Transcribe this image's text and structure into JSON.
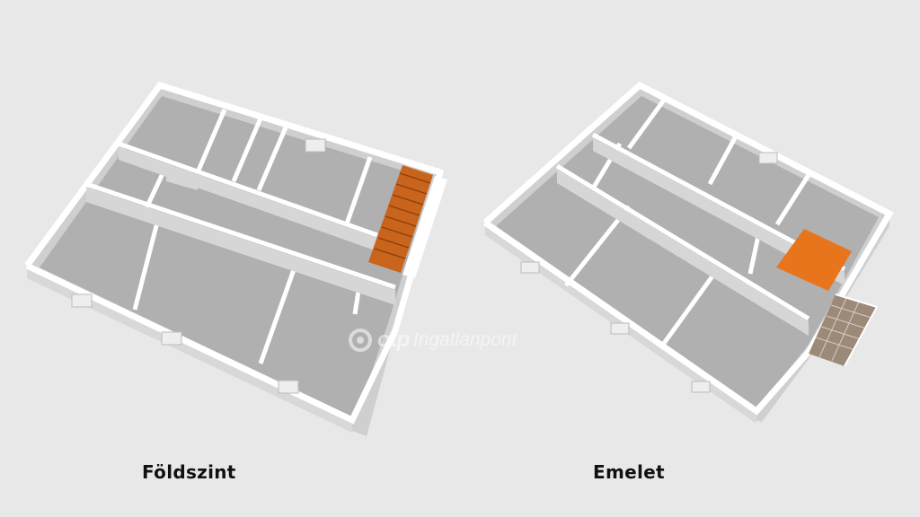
{
  "plans": [
    {
      "label": "Földszint",
      "highlight": "stairs",
      "highlight_color": "#c8641c"
    },
    {
      "label": "Emelet",
      "highlight": "stair-opening",
      "highlight_color": "#e8741c"
    }
  ],
  "watermark": {
    "brand": "otp",
    "text": "Ingatlanpont",
    "icon": "otp-logo-icon"
  },
  "colors": {
    "background": "#e8e8e8",
    "wall_top": "#ffffff",
    "wall_side": "#c9c9c9",
    "floor": "#b3b3b3",
    "balcony": "#9b8a78"
  }
}
